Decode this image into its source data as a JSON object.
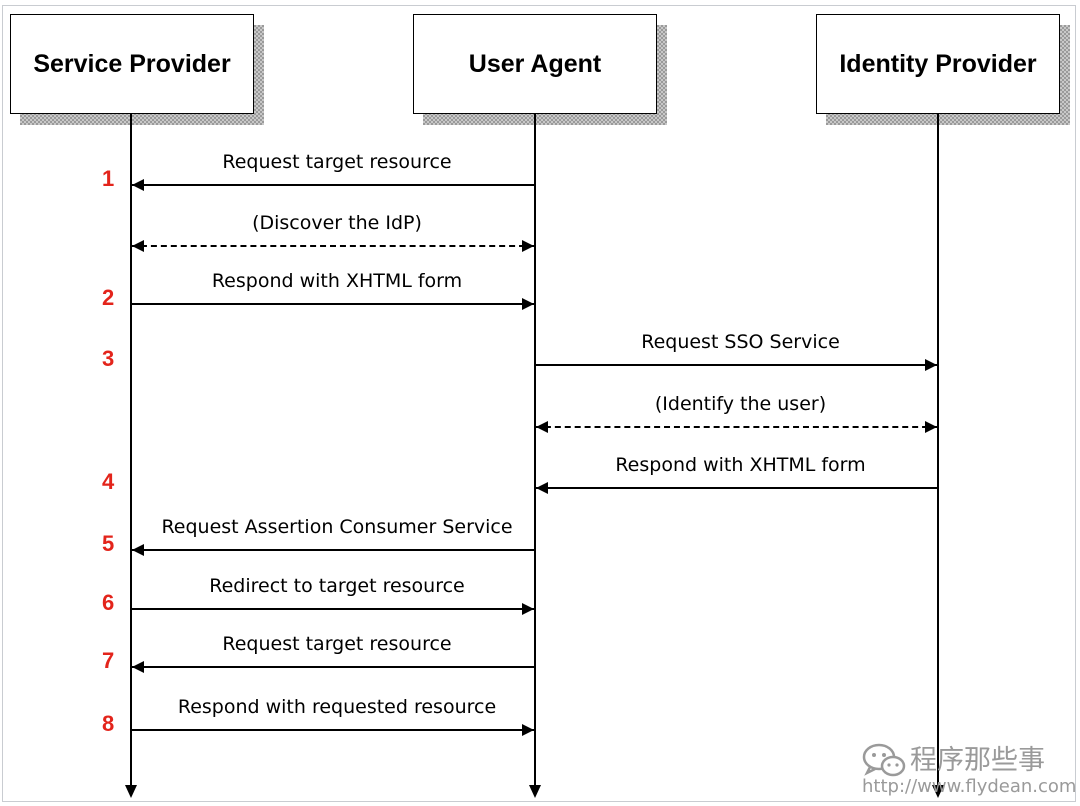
{
  "actors": [
    {
      "id": "sp",
      "label": "Service Provider"
    },
    {
      "id": "ua",
      "label": "User Agent"
    },
    {
      "id": "idp",
      "label": "Identity Provider"
    }
  ],
  "messages": [
    {
      "step": "1",
      "label": "Request target resource",
      "from": "ua",
      "to": "sp",
      "dashed": false,
      "bidirectional": false
    },
    {
      "step": "",
      "label": "(Discover the IdP)",
      "from": "sp",
      "to": "ua",
      "dashed": true,
      "bidirectional": true
    },
    {
      "step": "2",
      "label": "Respond with XHTML form",
      "from": "sp",
      "to": "ua",
      "dashed": false,
      "bidirectional": false
    },
    {
      "step": "3",
      "label": "Request SSO Service",
      "from": "ua",
      "to": "idp",
      "dashed": false,
      "bidirectional": false
    },
    {
      "step": "",
      "label": "(Identify the user)",
      "from": "ua",
      "to": "idp",
      "dashed": true,
      "bidirectional": true
    },
    {
      "step": "4",
      "label": "Respond with XHTML form",
      "from": "idp",
      "to": "ua",
      "dashed": false,
      "bidirectional": false
    },
    {
      "step": "5",
      "label": "Request Assertion Consumer Service",
      "from": "ua",
      "to": "sp",
      "dashed": false,
      "bidirectional": false
    },
    {
      "step": "6",
      "label": "Redirect to target resource",
      "from": "sp",
      "to": "ua",
      "dashed": false,
      "bidirectional": false
    },
    {
      "step": "7",
      "label": "Request target resource",
      "from": "ua",
      "to": "sp",
      "dashed": false,
      "bidirectional": false
    },
    {
      "step": "8",
      "label": "Respond with requested resource",
      "from": "sp",
      "to": "ua",
      "dashed": false,
      "bidirectional": false
    }
  ],
  "watermark": {
    "icon": "wechat-icon",
    "title": "程序那些事",
    "url": "http://www.flydean.com"
  },
  "colors": {
    "step_number": "#e3241b",
    "line": "#000000",
    "watermark": "#9a9a9a"
  }
}
